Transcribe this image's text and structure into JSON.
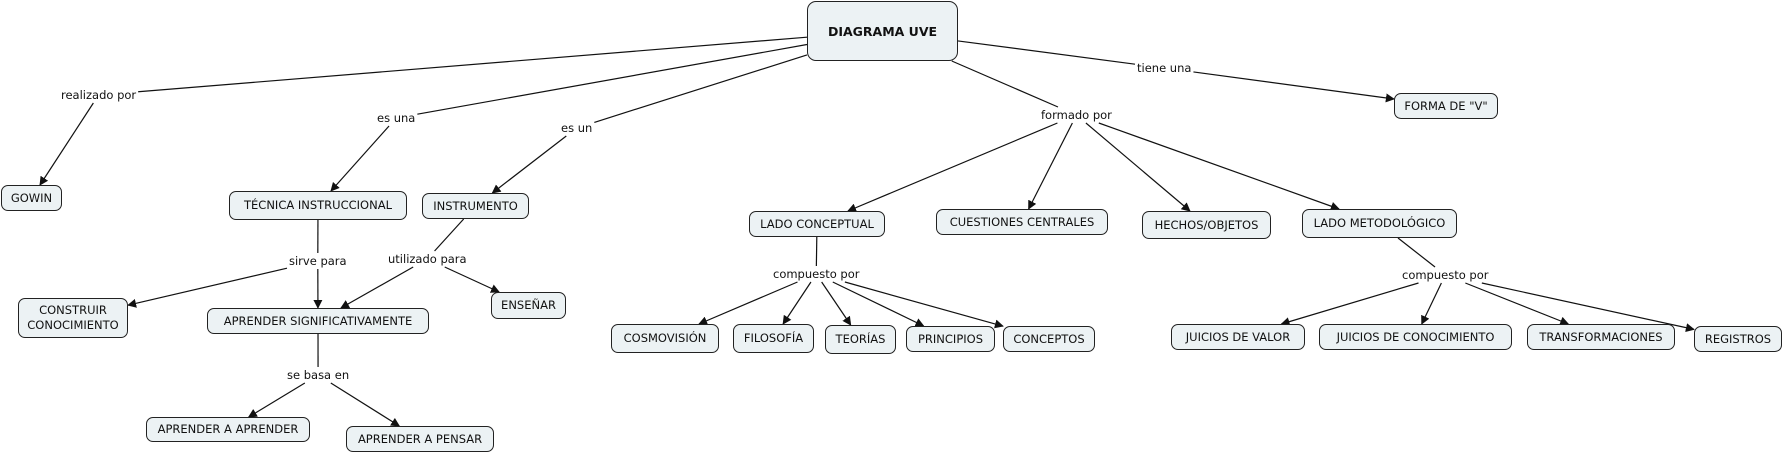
{
  "diagram": {
    "title": "DIAGRAMA UVE",
    "concepts": {
      "root": "DIAGRAMA UVE",
      "gowin": "GOWIN",
      "tecnica": "TÉCNICA INSTRUCCIONAL",
      "instrumento": "INSTRUMENTO",
      "construir": "CONSTRUIR\nCONOCIMIENTO",
      "aprender_sig": "APRENDER SIGNIFICATIVAMENTE",
      "ensenar": "ENSEÑAR",
      "aprender_aprender": "APRENDER A APRENDER",
      "aprender_pensar": "APRENDER A PENSAR",
      "lado_conceptual": "LADO CONCEPTUAL",
      "cuestiones": "CUESTIONES CENTRALES",
      "hechos": "HECHOS/OBJETOS",
      "lado_metodologico": "LADO METODOLÓGICO",
      "forma_v": "FORMA DE \"V\"",
      "cosmovision": "COSMOVISIÓN",
      "filosofia": "FILOSOFÍA",
      "teorias": "TEORÍAS",
      "principios": "PRINCIPIOS",
      "conceptos": "CONCEPTOS",
      "juicios_valor": "JUICIOS DE VALOR",
      "juicios_conocimiento": "JUICIOS DE CONOCIMIENTO",
      "transformaciones": "TRANSFORMACIONES",
      "registros": "REGISTROS"
    },
    "linking_phrases": {
      "realizado_por": "realizado por",
      "es_una": "es una",
      "es_un": "es un",
      "formado_por": "formado por",
      "tiene_una": "tiene una",
      "sirve_para": "sirve para",
      "utilizado_para": "utilizado para",
      "se_basa_en": "se basa en",
      "compuesto_por_1": "compuesto por",
      "compuesto_por_2": "compuesto por"
    },
    "connections": [
      [
        "root",
        "realizado_por"
      ],
      [
        "realizado_por",
        "gowin"
      ],
      [
        "root",
        "es_una"
      ],
      [
        "es_una",
        "tecnica"
      ],
      [
        "root",
        "es_un"
      ],
      [
        "es_un",
        "instrumento"
      ],
      [
        "root",
        "formado_por"
      ],
      [
        "formado_por",
        "lado_conceptual"
      ],
      [
        "formado_por",
        "cuestiones"
      ],
      [
        "formado_por",
        "hechos"
      ],
      [
        "formado_por",
        "lado_metodologico"
      ],
      [
        "root",
        "tiene_una"
      ],
      [
        "tiene_una",
        "forma_v"
      ],
      [
        "tecnica",
        "sirve_para"
      ],
      [
        "sirve_para",
        "construir"
      ],
      [
        "sirve_para",
        "aprender_sig"
      ],
      [
        "instrumento",
        "utilizado_para"
      ],
      [
        "utilizado_para",
        "aprender_sig"
      ],
      [
        "utilizado_para",
        "ensenar"
      ],
      [
        "aprender_sig",
        "se_basa_en"
      ],
      [
        "se_basa_en",
        "aprender_aprender"
      ],
      [
        "se_basa_en",
        "aprender_pensar"
      ],
      [
        "lado_conceptual",
        "compuesto_por_1"
      ],
      [
        "compuesto_por_1",
        "cosmovision"
      ],
      [
        "compuesto_por_1",
        "filosofia"
      ],
      [
        "compuesto_por_1",
        "teorias"
      ],
      [
        "compuesto_por_1",
        "principios"
      ],
      [
        "compuesto_por_1",
        "conceptos"
      ],
      [
        "lado_metodologico",
        "compuesto_por_2"
      ],
      [
        "compuesto_por_2",
        "juicios_valor"
      ],
      [
        "compuesto_por_2",
        "juicios_conocimiento"
      ],
      [
        "compuesto_por_2",
        "transformaciones"
      ],
      [
        "compuesto_por_2",
        "registros"
      ]
    ],
    "colors": {
      "node_fill": "#ecf2f4",
      "border": "#222222",
      "line": "#111111"
    }
  }
}
